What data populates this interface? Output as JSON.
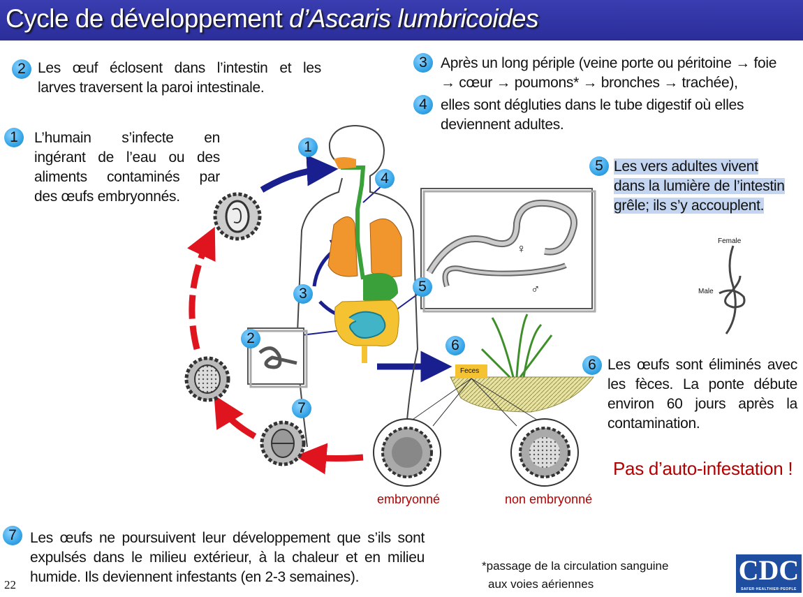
{
  "slide": {
    "title_main": "Cycle de développement ",
    "title_italic": "d’Ascaris lumbricoides",
    "page_number": "22"
  },
  "steps": {
    "s1": {
      "num": "1",
      "lines": [
        "L’humain s’infecte en",
        "ingérant de l’eau ou des",
        "aliments contaminés par",
        "des œufs embryonnés."
      ]
    },
    "s2": {
      "num": "2",
      "lines": [
        "Les œuf éclosent dans l’intestin et les",
        "larves traversent la paroi intestinale."
      ]
    },
    "s3": {
      "num": "3",
      "lines": [
        "Après un long périple (veine porte ou péritoine → foie",
        "→ cœur → poumons* → bronches → trachée),"
      ]
    },
    "s4": {
      "num": "4",
      "lines": [
        "elles sont dégluties dans le tube digestif où elles",
        "deviennent adultes."
      ]
    },
    "s5": {
      "num": "5",
      "lines": [
        "Les vers adultes vivent",
        "dans la lumière de l’intestin",
        "grêle; ils s’y accouplent."
      ]
    },
    "s6": {
      "num": "6",
      "lines": [
        "Les œufs sont éliminés avec",
        "les fèces. La ponte débute",
        "environ 60 jours après la",
        "contamination."
      ]
    },
    "s7": {
      "num": "7",
      "lines": [
        "Les œufs ne poursuivent leur développement que s’ils sont",
        "expulsés dans le milieu extérieur, à la chaleur et en milieu",
        "humide. Ils deviennent infestants (en 2-3 semaines)."
      ]
    }
  },
  "diagram": {
    "markers": [
      "1",
      "2",
      "3",
      "4",
      "5",
      "6",
      "7"
    ],
    "feces_label": "Feces",
    "egg_label_embryonated": "embryonné",
    "egg_label_non_embryonated": "non embryonné",
    "worm_female_symbol": "♀",
    "worm_male_symbol": "♂",
    "mating_female": "Female",
    "mating_male": "Male"
  },
  "warning": "Pas d’auto-infestation !",
  "footnote": [
    "*passage de la circulation sanguine",
    "aux voies aériennes"
  ],
  "logo": {
    "text": "CDC",
    "tagline": "SAFER·HEALTHIER·PEOPLE"
  },
  "colors": {
    "title_bar": "#2a2d9a",
    "badge": "#37a6e8",
    "red_arrow": "#e0141e",
    "blue_arrow": "#1a1f8f",
    "highlight": "#c3d5f0"
  }
}
